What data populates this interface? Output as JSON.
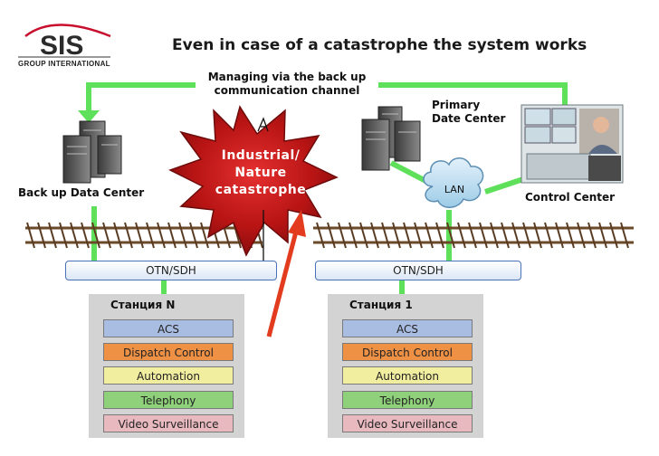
{
  "title": "Even in case of a catastrophe the system works",
  "logo": {
    "name": "SIS",
    "subtitle": "GROUP INTERNATIONAL"
  },
  "managing_label": [
    "Managing via the back up",
    "communication channel"
  ],
  "backup_dc": "Back up Data Center",
  "primary_dc": [
    "Primary",
    "Date Center"
  ],
  "control_center": "Control Center",
  "catastrophe": [
    "Industrial/",
    "Nature",
    "catastrophe"
  ],
  "lan": "LAN",
  "otn_left": "OTN/SDH",
  "otn_right": "OTN/SDH",
  "station_left": {
    "title": "Станция N",
    "items": [
      "ACS",
      "Dispatch Control",
      "Automation",
      "Telephony",
      "Video Surveillance"
    ]
  },
  "station_right": {
    "title": "Станция 1",
    "items": [
      "ACS",
      "Dispatch Control",
      "Automation",
      "Telephony",
      "Video Surveillance"
    ]
  },
  "colors": {
    "link_green": "#5fe05a",
    "burst_red": "#c41a1a",
    "arrow_red": "#e23b1e",
    "acs": "#a9bde3",
    "dispatch": "#ee9144",
    "automation": "#f2eea0",
    "telephony": "#8fd07a",
    "video": "#e9b9c0"
  },
  "icons": [
    "server-icon",
    "monitor-wall-icon",
    "cloud-icon",
    "logo-arc-icon"
  ]
}
